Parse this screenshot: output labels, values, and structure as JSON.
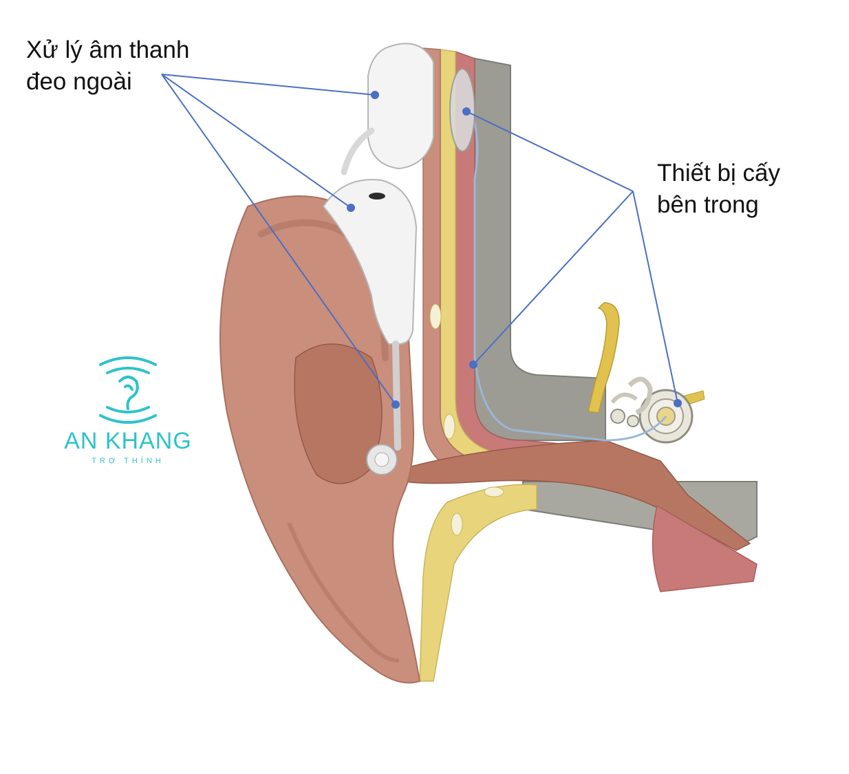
{
  "labels": {
    "external": {
      "line1": "Xử lý âm thanh",
      "line2": "đeo ngoài"
    },
    "internal": {
      "line1": "Thiết bị cấy",
      "line2": "bên trong"
    }
  },
  "logo": {
    "name": "AN KHANG",
    "subtitle": "TRỢ THÍNH",
    "color": "#2cc3c9"
  },
  "colors": {
    "skin": "#c98e7c",
    "skin_dark": "#b77662",
    "fat": "#e8d47a",
    "muscle": "#c87a78",
    "bone": "#a8a8a0",
    "device": "#f2f2f2",
    "leader_line": "#4a6fc4",
    "nerve": "#e2c24e"
  }
}
